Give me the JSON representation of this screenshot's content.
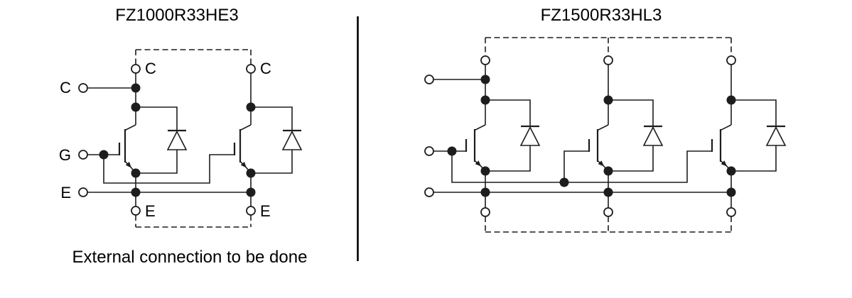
{
  "left_module": {
    "title": "FZ1000R33HE3",
    "input_terminals": {
      "collector": "C",
      "gate": "G",
      "emitter": "E"
    },
    "top_terminals": [
      "C",
      "C"
    ],
    "bottom_terminals": [
      "E",
      "E"
    ],
    "caption": "External connection to be done"
  },
  "right_module": {
    "title": "FZ1500R33HL3"
  },
  "colors": {
    "line": "#1d1d1d",
    "text": "#000000",
    "background": "#ffffff",
    "divider": "#000000"
  }
}
